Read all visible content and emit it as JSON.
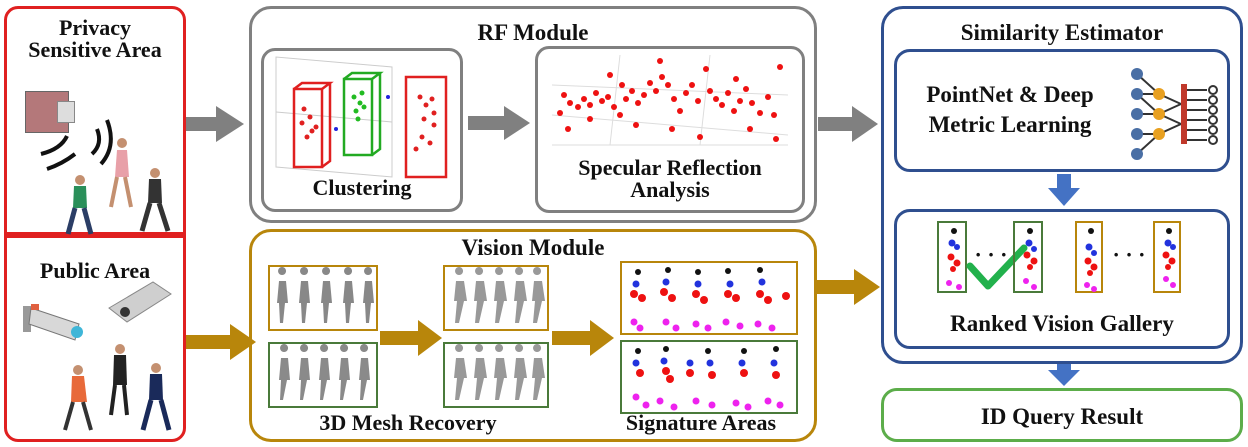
{
  "privacy_area": {
    "title_line1": "Privacy",
    "title_line2": "Sensitive Area"
  },
  "public_area": {
    "title": "Public Area"
  },
  "rf_module": {
    "title": "RF Module",
    "clustering": "Clustering",
    "specular_line1": "Specular Reflection",
    "specular_line2": "Analysis"
  },
  "vision_module": {
    "title": "Vision Module",
    "mesh": "3D Mesh Recovery",
    "signature": "Signature Areas"
  },
  "similarity": {
    "title": "Similarity Estimator",
    "pointnet_line1": "PointNet & Deep",
    "pointnet_line2": "Metric Learning",
    "gallery": "Ranked Vision Gallery",
    "dots": "· · ·"
  },
  "result": {
    "title": "ID Query Result"
  },
  "colors": {
    "red_border": "#e02020",
    "gray": "#808080",
    "gold": "#b8860b",
    "navy": "#2f4f8f",
    "green": "#5cad4a",
    "blue_arrow": "#4472c4",
    "check": "#22b14c"
  }
}
